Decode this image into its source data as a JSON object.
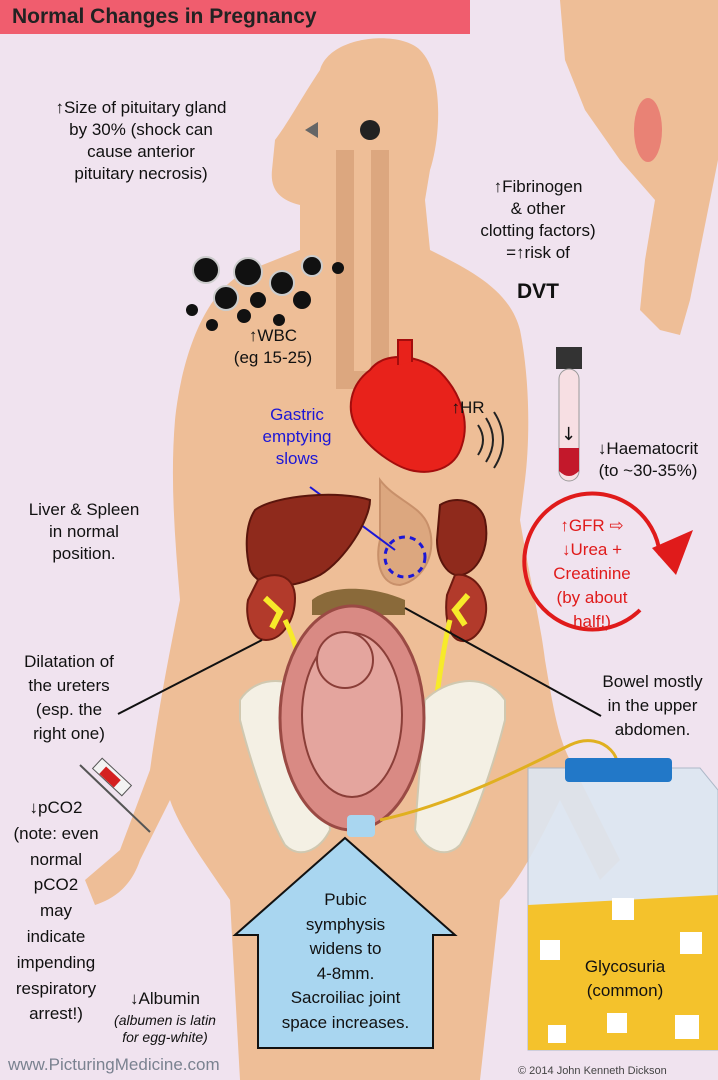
{
  "title": "Normal Changes in Pregnancy",
  "labels": {
    "pituitary": [
      "↑Size of pituitary gland",
      "by 30% (shock can",
      "cause anterior",
      "pituitary necrosis)"
    ],
    "fibrinogen": [
      "↑Fibrinogen",
      "& other",
      "clotting factors)",
      "=↑risk of"
    ],
    "dvt": "DVT",
    "wbc": [
      "↑WBC",
      "(eg 15-25)"
    ],
    "hr": "↑HR",
    "gastric": [
      "Gastric",
      "emptying",
      "slows"
    ],
    "haematocrit": [
      "↓Haematocrit",
      "(to ~30-35%)"
    ],
    "liver_spleen": [
      "Liver & Spleen",
      "in normal",
      "position."
    ],
    "gfr": [
      "↑GFR ⇨",
      "↓Urea +",
      "Creatinine",
      "(by about",
      "half!)"
    ],
    "ureters": [
      "Dilatation of",
      "the ureters",
      "(esp. the",
      "right one)"
    ],
    "bowel": [
      "Bowel mostly",
      "in the upper",
      "abdomen."
    ],
    "pco2": [
      "↓pCO2",
      "(note: even",
      "normal",
      "pCO2",
      "may",
      "indicate",
      "impending",
      "respiratory",
      "arrest!)"
    ],
    "albumin": "↓Albumin",
    "albumen_note": [
      "(albumen is latin",
      "for egg-white)"
    ],
    "pubic": [
      "Pubic",
      "symphysis",
      "widens to",
      "4-8mm.",
      "Sacroiliac joint",
      "space increases."
    ],
    "glycosuria": [
      "Glycosuria",
      "(common)"
    ]
  },
  "footer": {
    "website": "www.PicturingMedicine.com",
    "copyright": "© 2014 John Kenneth Dickson"
  },
  "colors": {
    "background": "#f0e3ef",
    "title_bar": "#f05d6e",
    "skin": "#eebe97",
    "heart": "#e8221b",
    "accent_red": "#e01b1b",
    "accent_blue": "#1c17d6",
    "urine": "#f4c22c",
    "uterus": "#d98a84",
    "arrow_blue": "#a9d6f0"
  }
}
